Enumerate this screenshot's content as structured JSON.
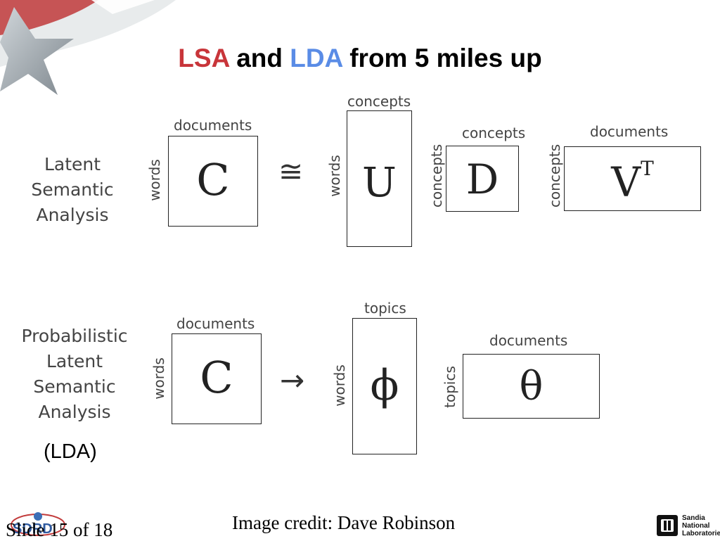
{
  "title": {
    "part1": "LSA",
    "part2": " and ",
    "part3": "LDA",
    "part4": " from 5 miles up"
  },
  "lsa": {
    "row_label": [
      "Latent",
      "Semantic",
      "Analysis"
    ],
    "c": {
      "top": "documents",
      "side": "words",
      "glyph": "C"
    },
    "op": "≅",
    "u": {
      "top": "concepts",
      "side": "words",
      "glyph": "U"
    },
    "d": {
      "top": "concepts",
      "side": "concepts",
      "glyph": "D"
    },
    "vt": {
      "top": "documents",
      "side": "concepts",
      "glyph": "V",
      "sup": "T"
    }
  },
  "plsa": {
    "row_label": [
      "Probabilistic",
      "Latent",
      "Semantic",
      "Analysis"
    ],
    "c": {
      "top": "documents",
      "side": "words",
      "glyph": "C"
    },
    "op": "→",
    "phi": {
      "top": "topics",
      "side": "words",
      "glyph": "ϕ"
    },
    "theta": {
      "top": "documents",
      "side": "topics",
      "glyph": "θ"
    },
    "note": "(LDA)"
  },
  "footer": {
    "credit": "Image credit: Dave Robinson",
    "slide": "Slide 15 of  18",
    "logo_left": "SDRD",
    "logo_right": [
      "Sandia",
      "National",
      "Laboratories"
    ]
  },
  "colors": {
    "lsa": "#c8353a",
    "lda": "#5a8ce6",
    "star_gray": "#9aa2a8"
  }
}
